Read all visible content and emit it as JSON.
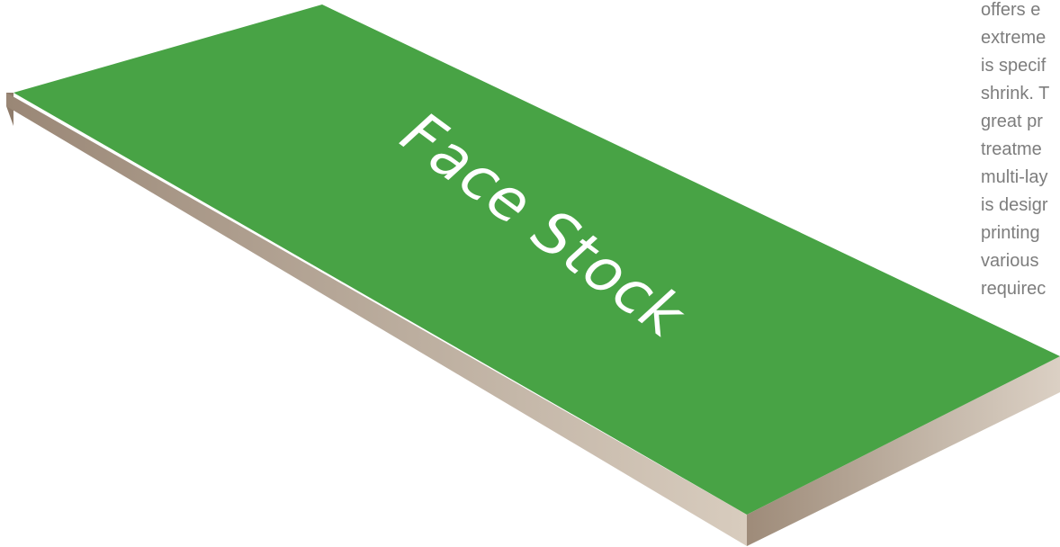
{
  "diagram": {
    "layer_label": "Face Stock",
    "colors": {
      "face_top": "#48a345",
      "edge_light": "#d5c8b9",
      "edge_dark": "#9e8b7a",
      "text": "#ffffff"
    }
  },
  "description": {
    "lines": [
      "offers e",
      "extreme",
      "is specif",
      "shrink. T",
      "great pr",
      "treatme",
      "multi-lay",
      "is desigr",
      "printing",
      "various",
      "requirec"
    ]
  }
}
